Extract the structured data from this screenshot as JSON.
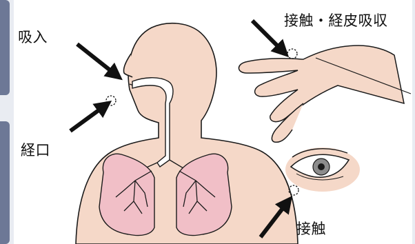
{
  "labels": {
    "inhalation": "吸入",
    "oral": "経口",
    "skin": "接触・経皮吸収",
    "eye": "接触"
  },
  "colors": {
    "skin_fill": "#f5d8c8",
    "lung_fill": "#f1bfc7",
    "outline": "#1a1a1a",
    "side_tab": "#6d7896"
  },
  "icons": {
    "arrow": "arrow-icon",
    "dashed_circle": "dashed-circle-icon"
  }
}
